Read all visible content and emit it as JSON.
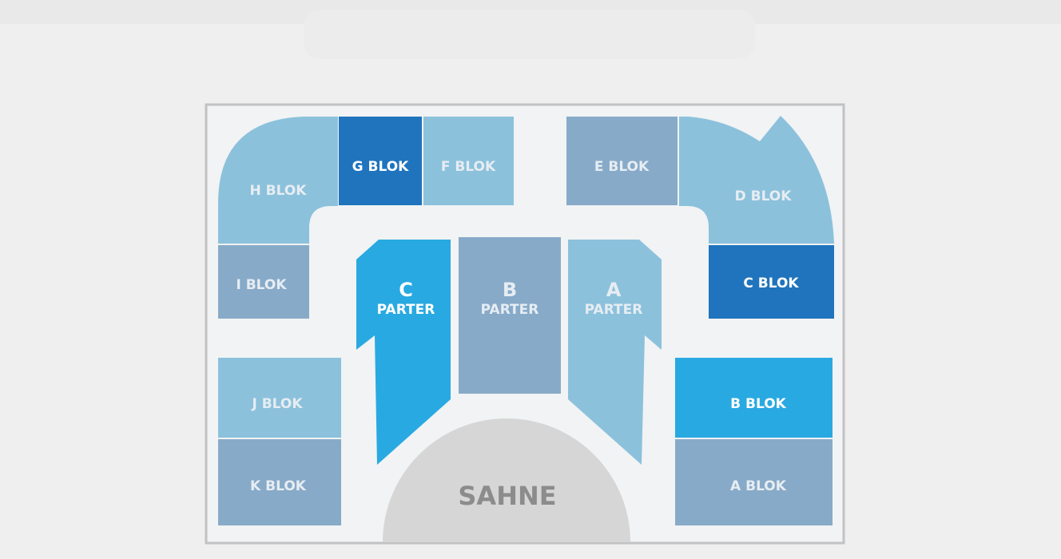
{
  "colors": {
    "light": "#8cc1dc",
    "grey_blue": "#88aac9",
    "dark": "#1f74bd",
    "bright": "#29a9e1",
    "stage": "#d6d6d6",
    "label_muted": "#e6edf2",
    "label_white": "#ffffff",
    "stage_text": "#8c8c8c"
  },
  "sections": {
    "h": "H BLOK",
    "g": "G BLOK",
    "f": "F BLOK",
    "e": "E BLOK",
    "d": "D BLOK",
    "c": "C BLOK",
    "i": "I BLOK",
    "j": "J BLOK",
    "k": "K BLOK",
    "b": "B BLOK",
    "a": "A BLOK"
  },
  "parter": {
    "c_letter": "C",
    "b_letter": "B",
    "a_letter": "A",
    "word": "PARTER"
  },
  "stage": "SAHNE"
}
